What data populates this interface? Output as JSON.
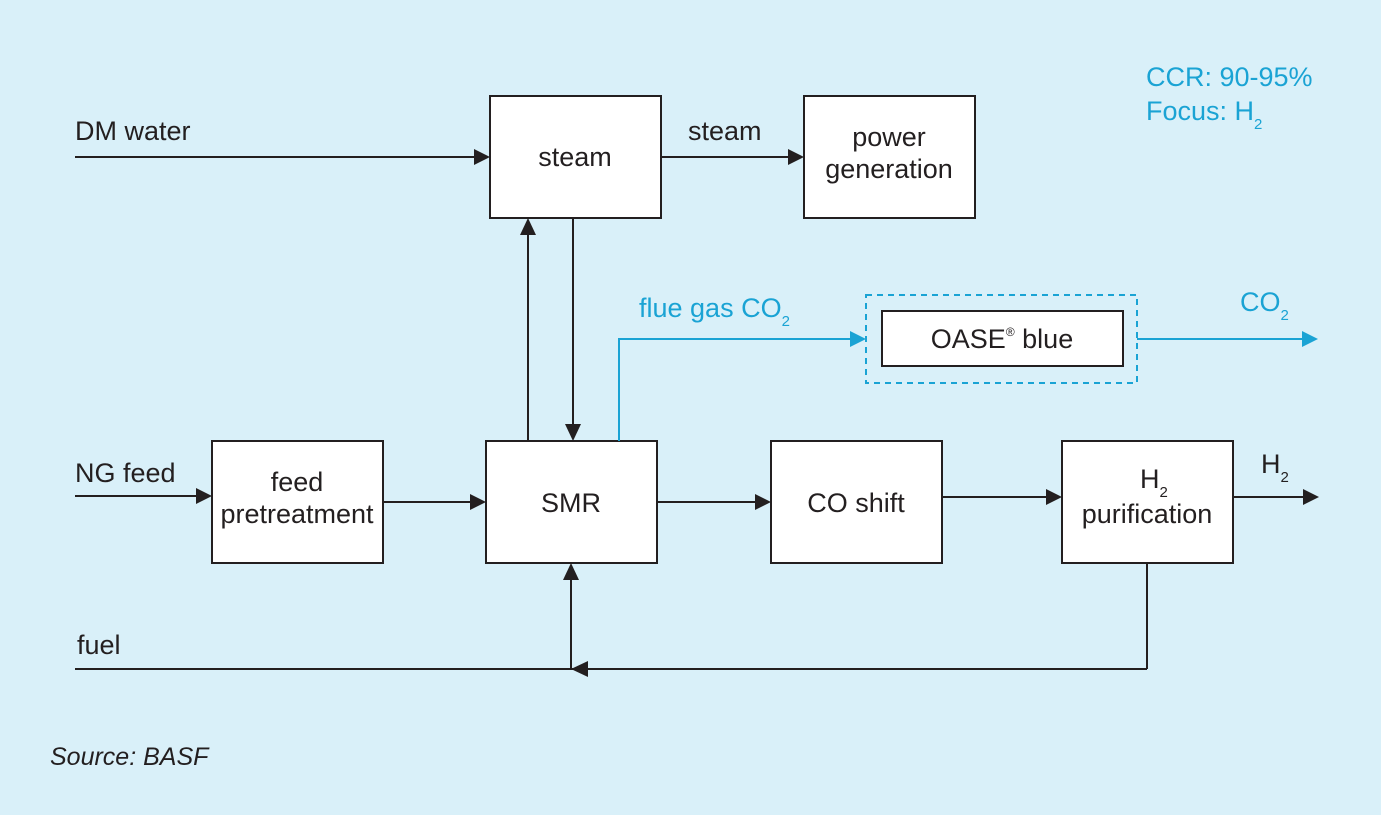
{
  "info": {
    "ccr": "CCR: 90-95%",
    "focus_prefix": "Focus: H",
    "focus_sub": "2"
  },
  "inputs": {
    "dm_water": "DM water",
    "ng_feed": "NG feed",
    "fuel": "fuel"
  },
  "boxes": {
    "steam": "steam",
    "power_line1": "power",
    "power_line2": "generation",
    "feed_line1": "feed",
    "feed_line2": "pretreatment",
    "smr": "SMR",
    "co_shift": "CO shift",
    "h2_label": "H",
    "h2_sub": "2",
    "purification": "purification",
    "oase": "OASE",
    "oase_mark": "®",
    "oase_suffix": " blue"
  },
  "flows": {
    "steam": "steam",
    "flue_gas": "flue gas CO",
    "flue_gas_sub": "2",
    "co2": "CO",
    "co2_sub": "2",
    "h2_out": "H",
    "h2_out_sub": "2"
  },
  "source": "Source: BASF",
  "colors": {
    "background": "#d9f0f9",
    "accent": "#1aa3d4",
    "stroke": "#231f20"
  }
}
